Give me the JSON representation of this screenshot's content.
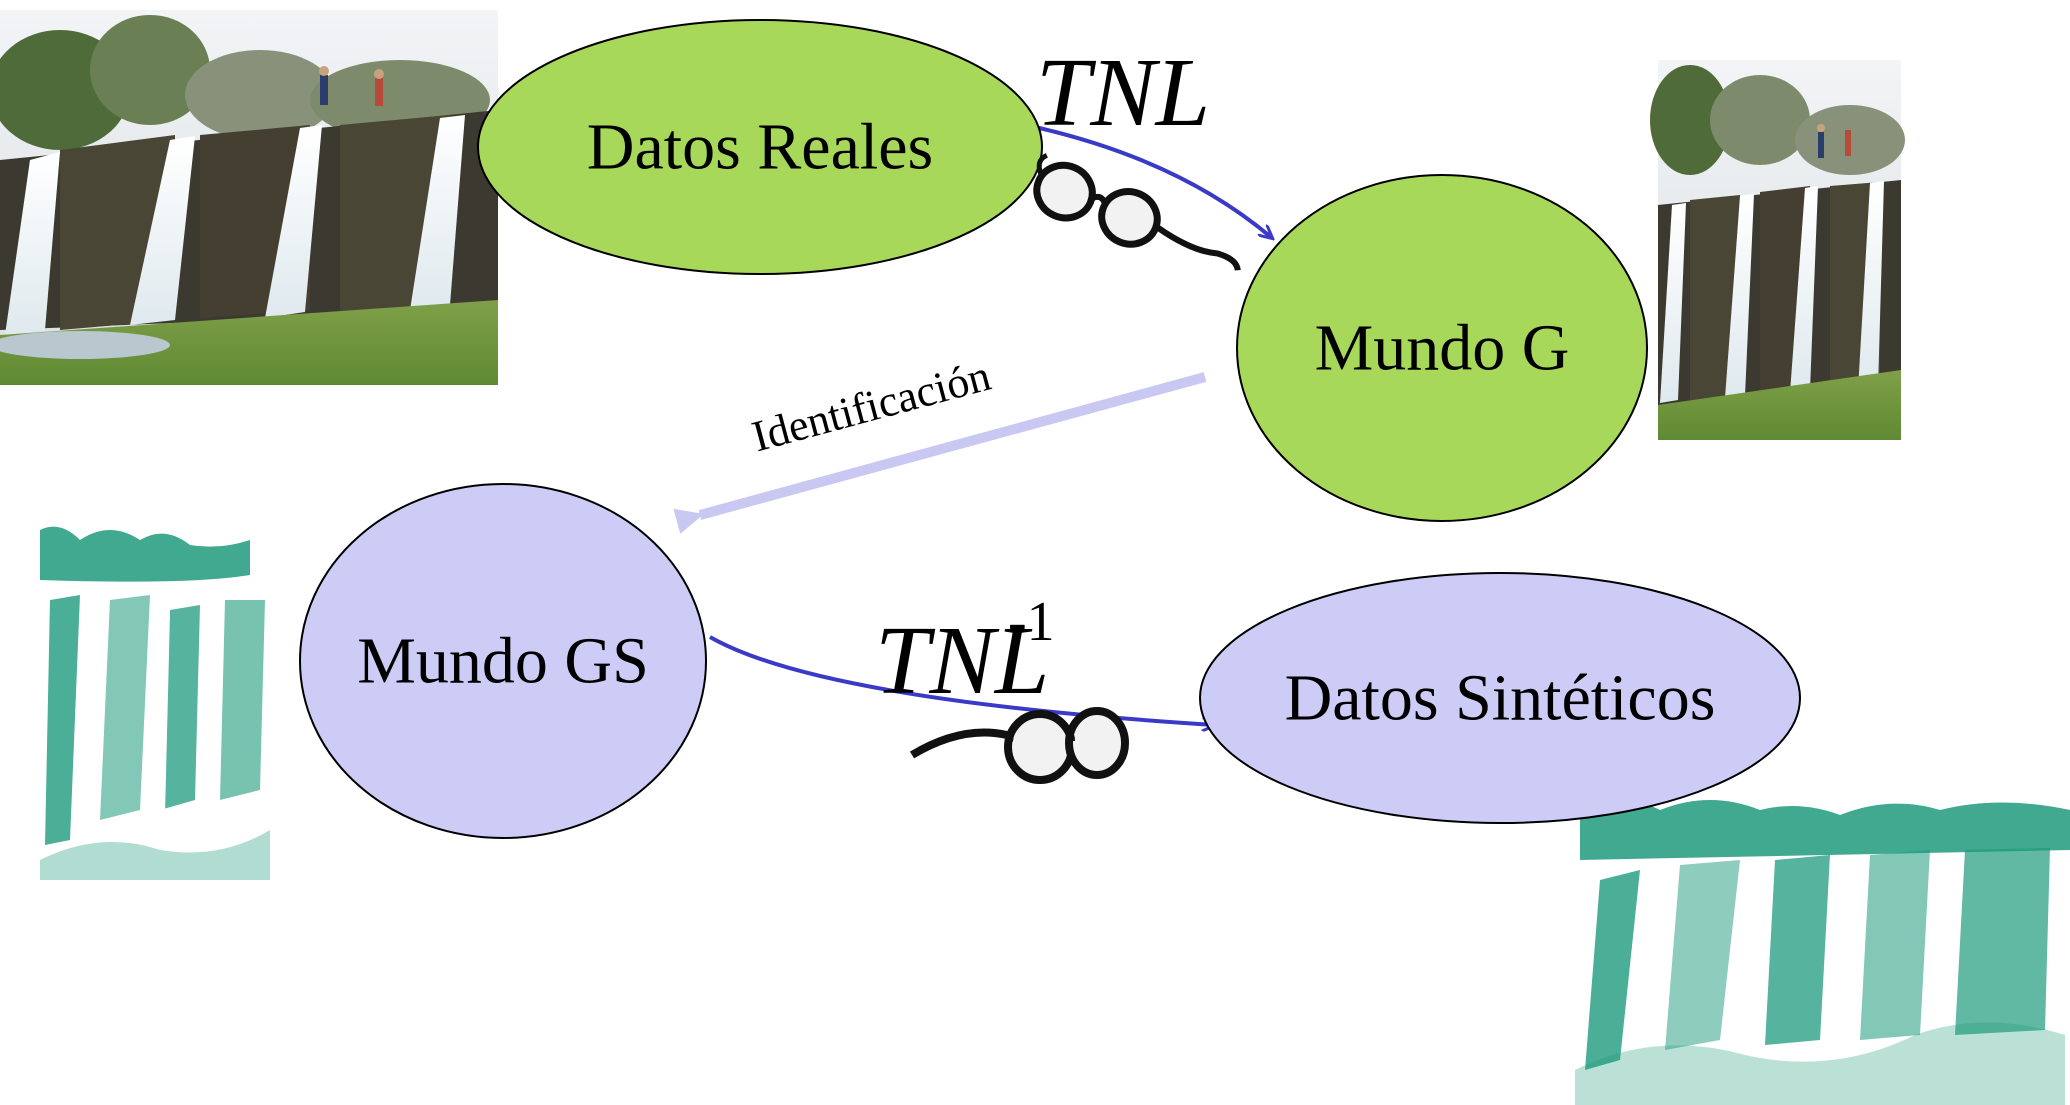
{
  "nodes": {
    "datos_reales": "Datos Reales",
    "mundo_g": "Mundo G",
    "mundo_gs": "Mundo GS",
    "datos_sinteticos": "Datos Sintéticos"
  },
  "operators": {
    "tnl": "TNL",
    "tnl_inverse_base": "TNL",
    "tnl_inverse_exponent": "-1"
  },
  "edges": {
    "identificacion": "Identificación"
  },
  "colors": {
    "real_node_fill": "#a8d85a",
    "synthetic_node_fill": "#ccccf6",
    "arrow_dark": "#3a3ac8",
    "arrow_light": "#c8c8f2",
    "synthetic_image_teal": "#1e9a7c"
  },
  "icons": {
    "photo_real_left": "dam-waterfall-photo",
    "photo_real_right": "dam-waterfall-photo",
    "synthetic_left": "synthetic-dam-image",
    "synthetic_right": "synthetic-dam-image",
    "glasses_top": "glasses-icon",
    "glasses_bottom": "glasses-icon"
  }
}
